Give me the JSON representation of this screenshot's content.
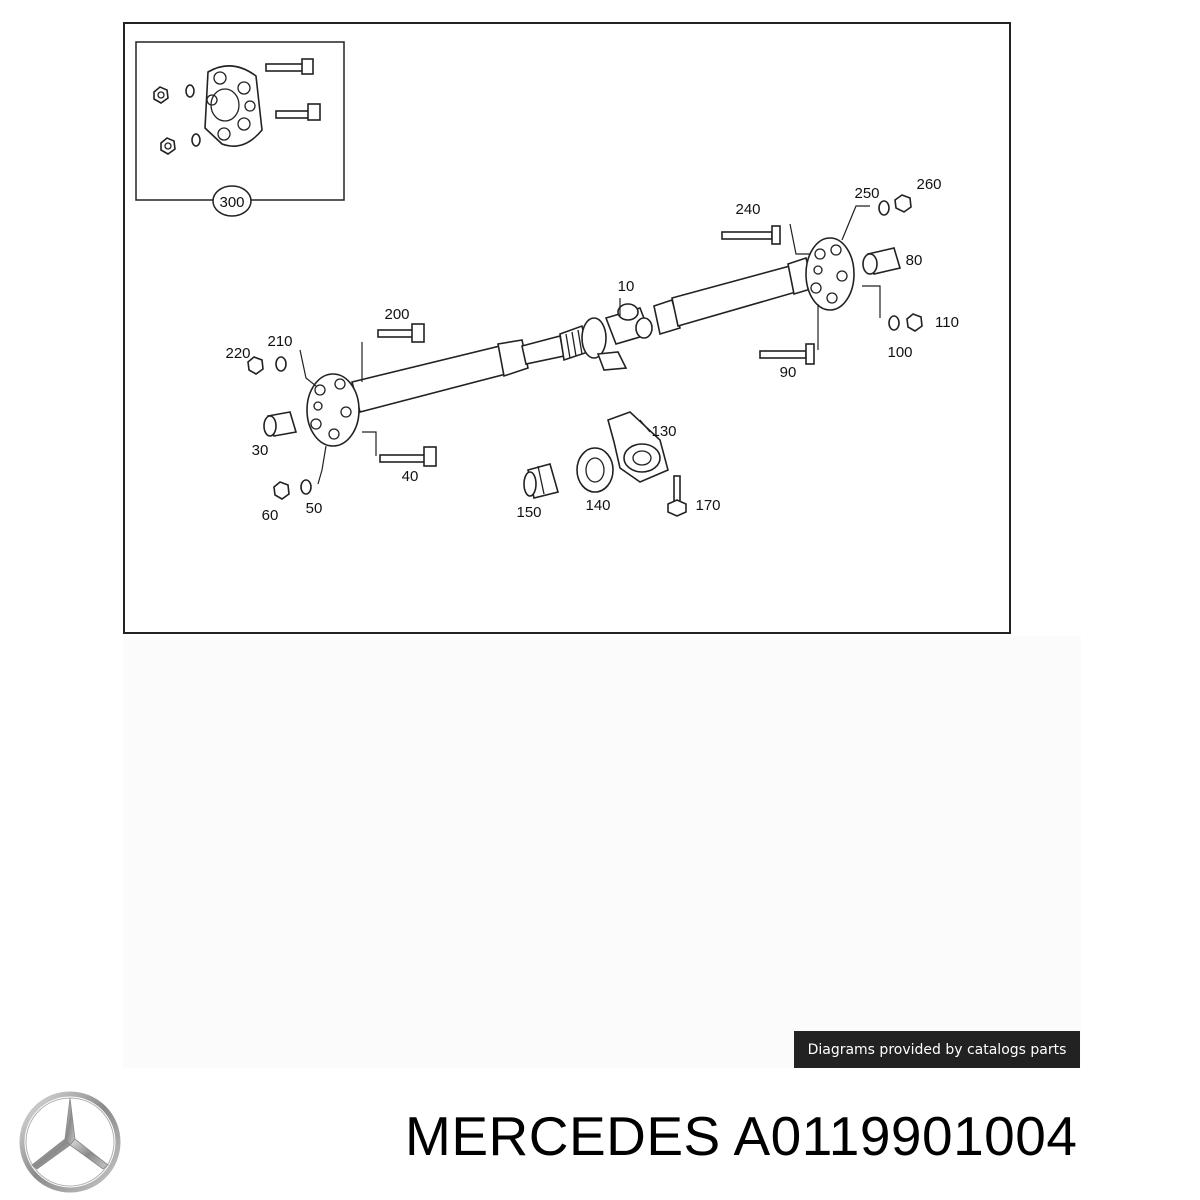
{
  "diagram": {
    "inset_callout": "300",
    "callouts": {
      "c10": "10",
      "c30": "30",
      "c40": "40",
      "c50": "50",
      "c60": "60",
      "c80": "80",
      "c90": "90",
      "c100": "100",
      "c110": "110",
      "c130": "130",
      "c140": "140",
      "c150": "150",
      "c170": "170",
      "c200": "200",
      "c210": "210",
      "c220": "220",
      "c240": "240",
      "c250": "250",
      "c260": "260"
    }
  },
  "credit": "Diagrams provided by catalogs parts",
  "brand": "MERCEDES",
  "part_number": "A0119901004",
  "title_line": "MERCEDES A0119901004"
}
